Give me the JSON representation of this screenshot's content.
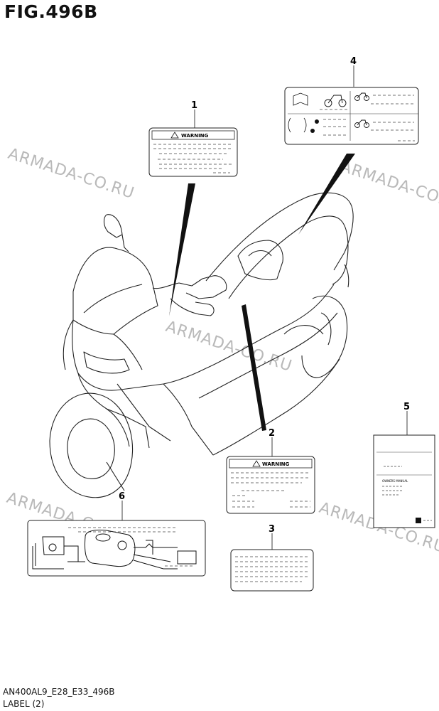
{
  "figure": {
    "title": "FIG.496B",
    "model_code": "AN400AL9_E28_E33_496B",
    "caption": "LABEL (2)"
  },
  "watermark": {
    "text": "ARMADA-CO.RU",
    "color": "#b9b9b9"
  },
  "callouts": [
    "1",
    "2",
    "3",
    "4",
    "5",
    "6"
  ],
  "labels": {
    "warning_1": "WARNING",
    "warning_2": "WARNING",
    "owners_manual": "OWNERS MANUAL"
  }
}
